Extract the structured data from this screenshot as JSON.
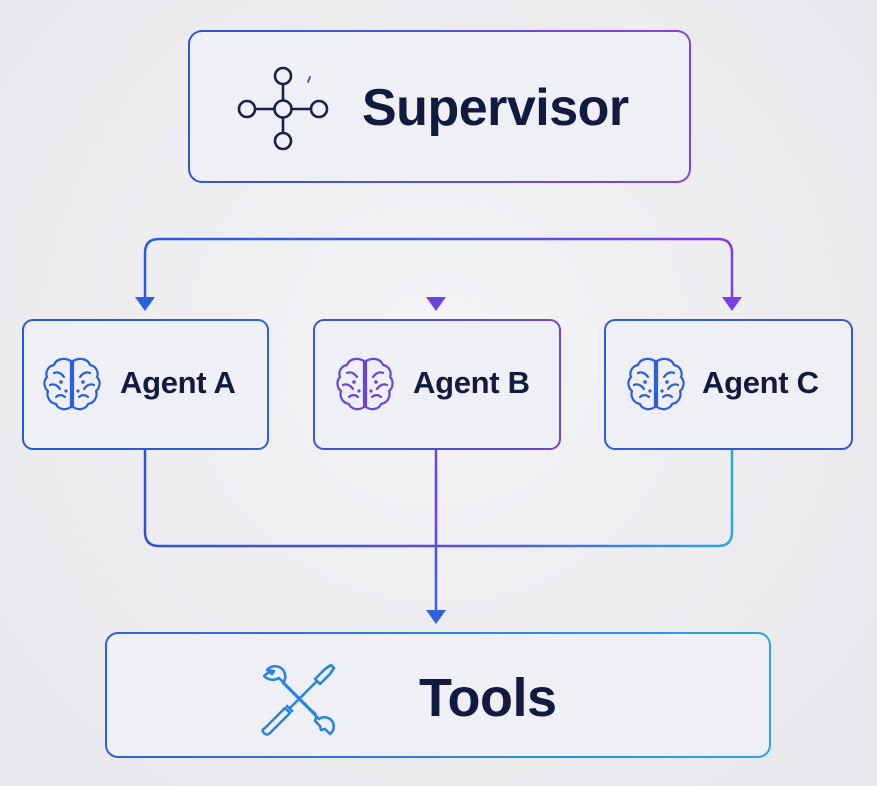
{
  "diagram": {
    "supervisor": {
      "label": "Supervisor",
      "icon": "network-hub-icon"
    },
    "agents": [
      {
        "label": "Agent A",
        "icon": "brain-icon"
      },
      {
        "label": "Agent B",
        "icon": "brain-icon"
      },
      {
        "label": "Agent C",
        "icon": "brain-icon"
      }
    ],
    "tools": {
      "label": "Tools",
      "icon": "wrench-screwdriver-icon"
    },
    "colors": {
      "text": "#131a3f",
      "blue": "#2558db",
      "violet": "#7a3fe4",
      "cyan": "#2aa6df",
      "background": "#ececef"
    }
  }
}
